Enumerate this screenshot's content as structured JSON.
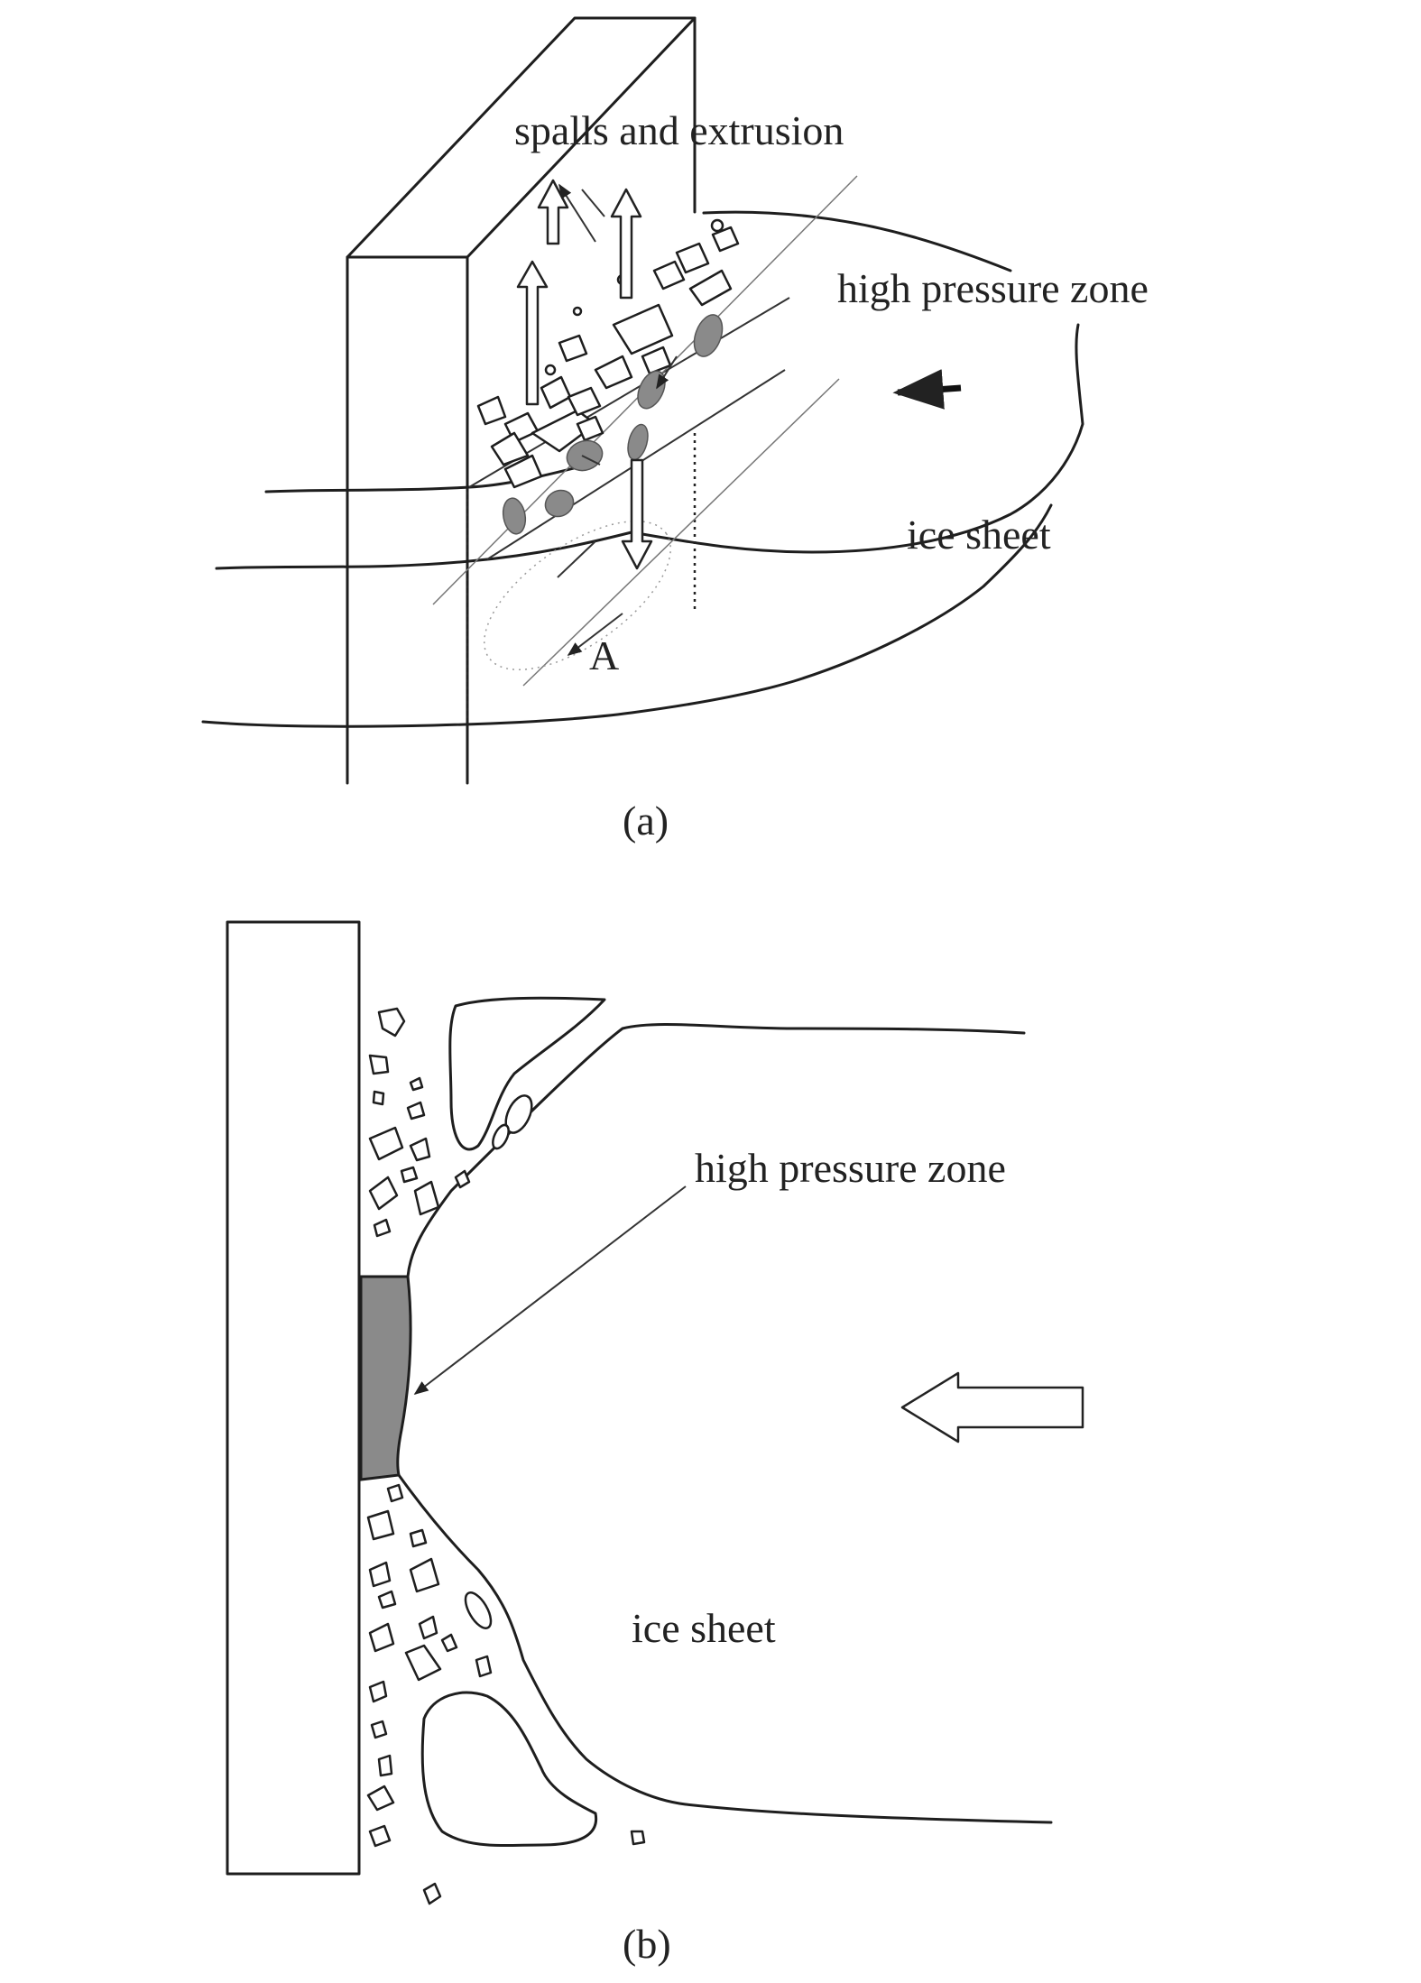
{
  "panel_a": {
    "label_spalls": "spalls and extrusion",
    "label_high_pressure": "high pressure zone",
    "label_ice_sheet": "ice sheet",
    "label_section": "A",
    "caption": "(a)"
  },
  "panel_b": {
    "label_high_pressure": "high pressure zone",
    "label_ice_sheet": "ice sheet",
    "caption": "(b)"
  },
  "colors": {
    "ink": "#1e1e1e",
    "high_pressure_fill": "#8a8a8a",
    "background": "#ffffff"
  }
}
